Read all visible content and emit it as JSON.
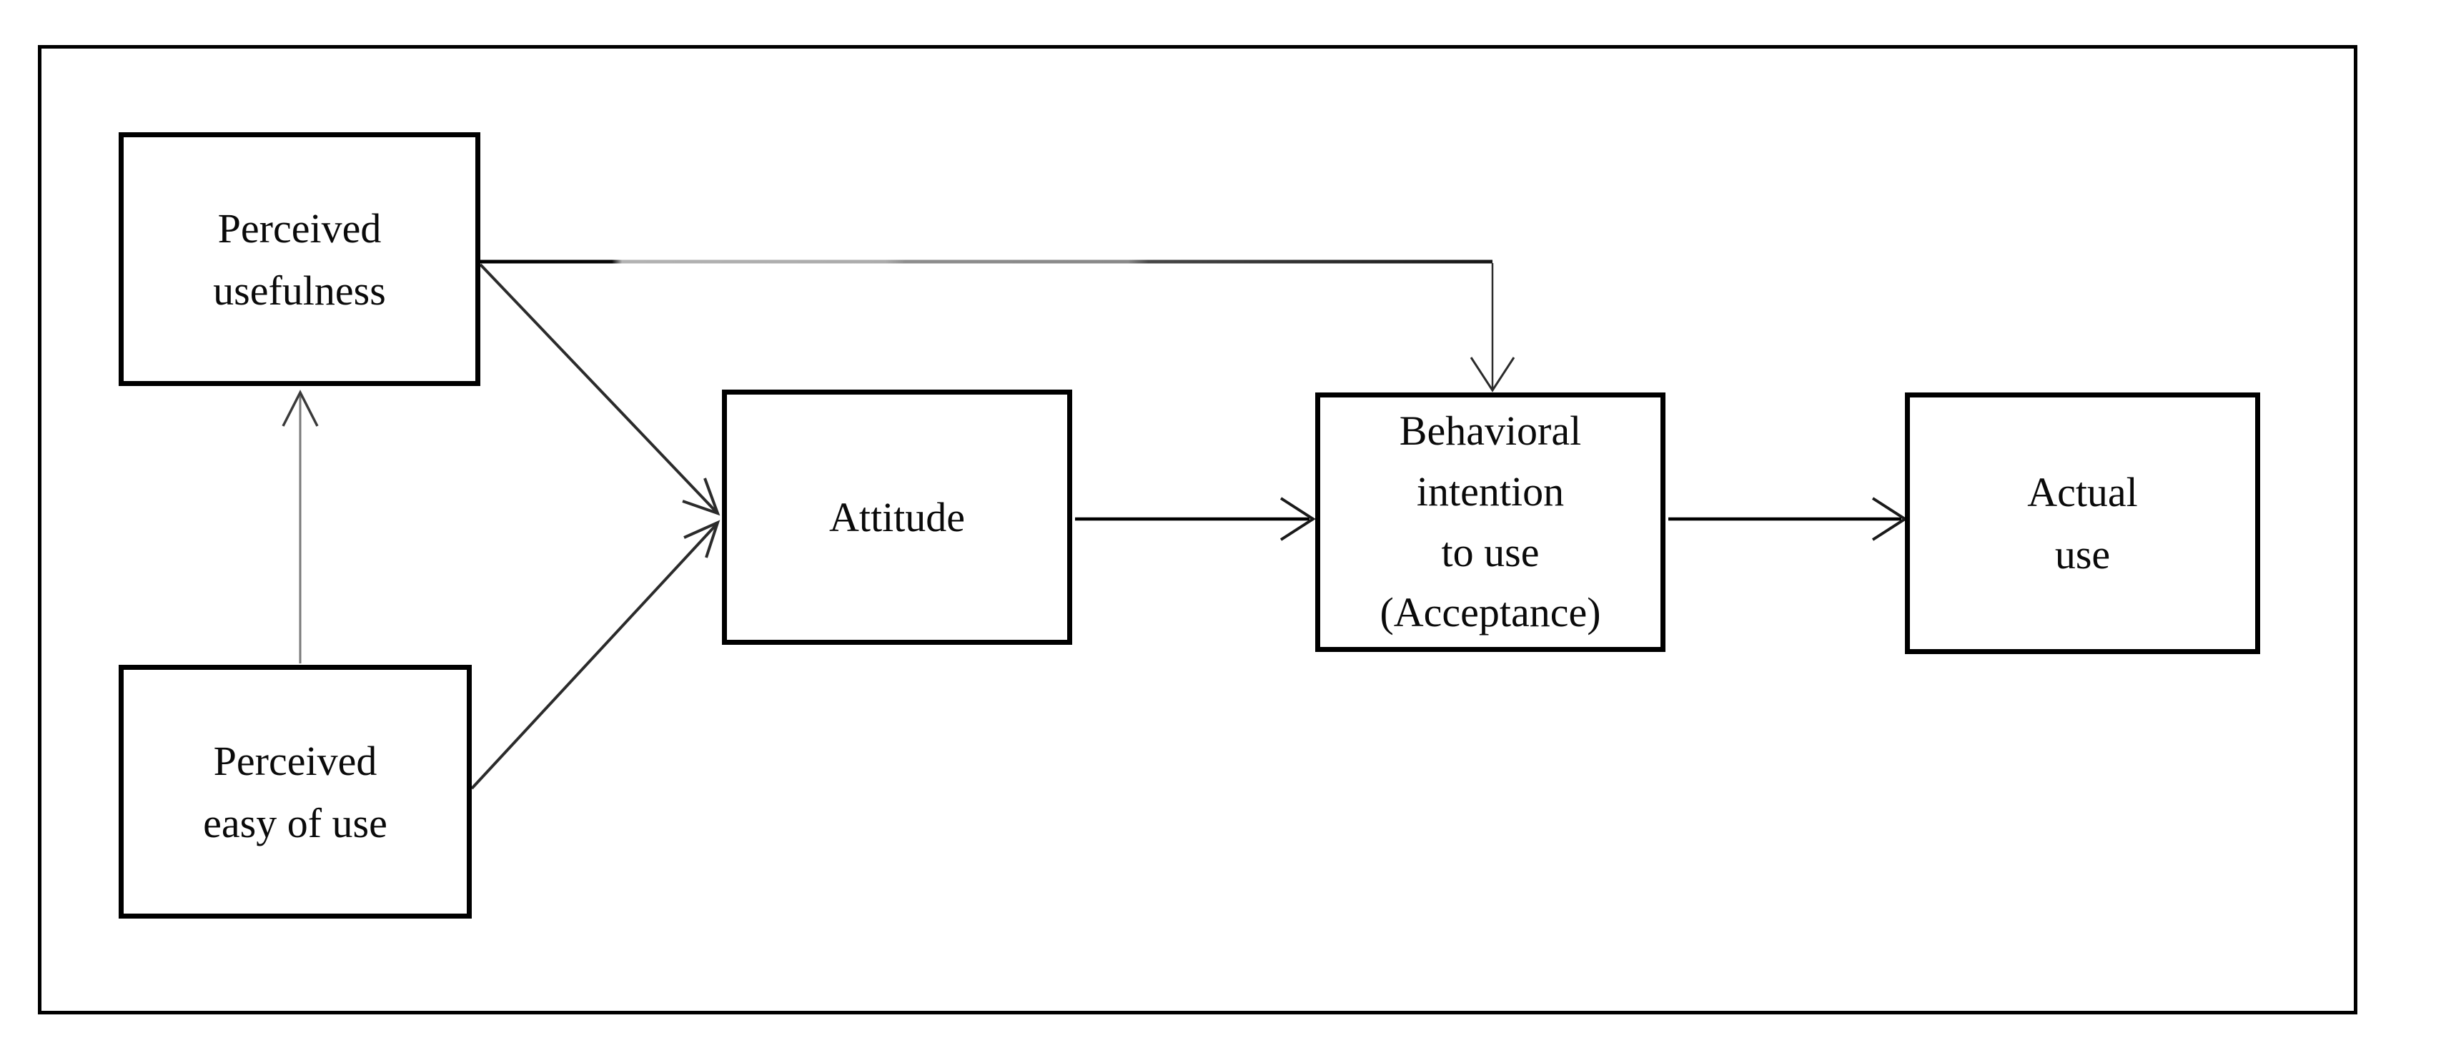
{
  "diagram": {
    "kind": "flow-diagram",
    "background": "#ffffff",
    "frame_border_color": "#000000",
    "box_border_color": "#000000",
    "text_color": "#0a0a0a",
    "connector_color": "#2b2b2b",
    "muted_connector_color": "#9a9a9a"
  },
  "nodes": [
    {
      "id": "perceived-usefulness",
      "label": "Perceived usefulness",
      "lines": [
        "Perceived",
        "usefulness"
      ]
    },
    {
      "id": "perceived-easy-of-use",
      "label": "Perceived easy of use",
      "lines": [
        "Perceived",
        "easy of use"
      ]
    },
    {
      "id": "attitude",
      "label": "Attitude",
      "lines": [
        "Attitude"
      ]
    },
    {
      "id": "behavioral-intention-to-use",
      "label": "Behavioral intention to use (Acceptance)",
      "lines": [
        "Behavioral",
        "intention",
        "to use",
        "(Acceptance)"
      ]
    },
    {
      "id": "actual-use",
      "label": "Actual use",
      "lines": [
        "Actual",
        "use"
      ]
    }
  ],
  "edges": [
    {
      "from": "perceived-easy-of-use",
      "to": "perceived-usefulness",
      "shape": "straight-vertical",
      "arrow": "open-v"
    },
    {
      "from": "perceived-usefulness",
      "to": "attitude",
      "shape": "diagonal",
      "arrow": "open-v"
    },
    {
      "from": "perceived-easy-of-use",
      "to": "attitude",
      "shape": "diagonal",
      "arrow": "open-v"
    },
    {
      "from": "perceived-usefulness",
      "to": "behavioral-intention-to-use",
      "shape": "elbow-over-top",
      "arrow": "open-v"
    },
    {
      "from": "attitude",
      "to": "behavioral-intention-to-use",
      "shape": "straight-horizontal",
      "arrow": "open-v"
    },
    {
      "from": "behavioral-intention-to-use",
      "to": "actual-use",
      "shape": "straight-horizontal",
      "arrow": "open-v"
    }
  ]
}
